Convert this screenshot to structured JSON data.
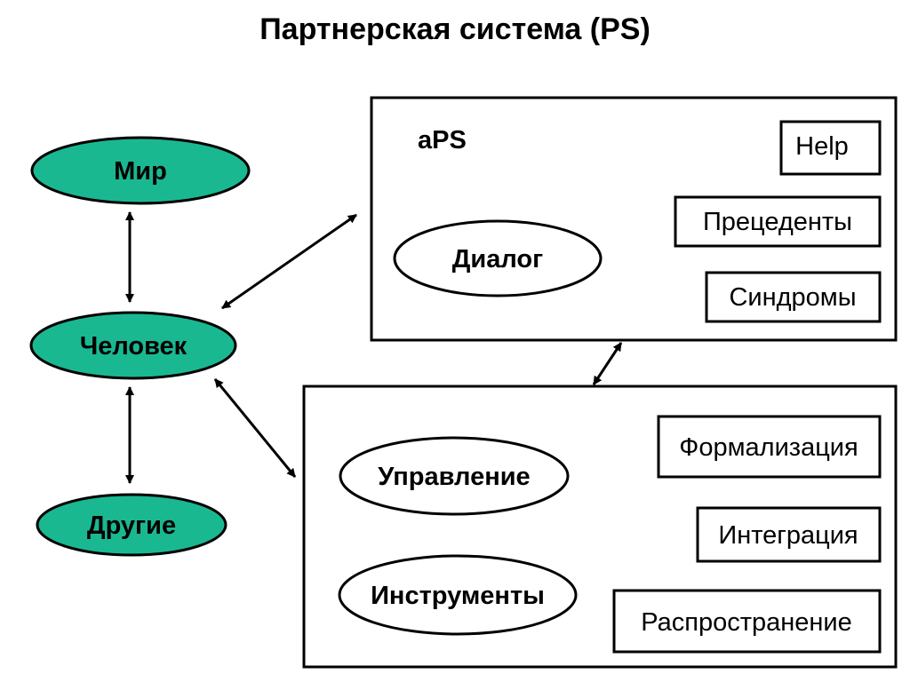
{
  "title": "Партнерская система (PS)",
  "colors": {
    "node_fill": "#1ab891",
    "stroke": "#000000",
    "background": "#ffffff"
  },
  "left_nodes": {
    "world": "Мир",
    "human": "Человек",
    "others": "Другие"
  },
  "aps_block": {
    "heading": "aPS",
    "dialog": "Диалог",
    "boxes": {
      "help": "Help",
      "precedents": "Прецеденты",
      "syndromes": "Синдромы"
    }
  },
  "lower_block": {
    "management": "Управление",
    "tools": "Инструменты",
    "boxes": {
      "formalization": "Формализация",
      "integration": "Интеграция",
      "distribution": "Распространение"
    }
  }
}
